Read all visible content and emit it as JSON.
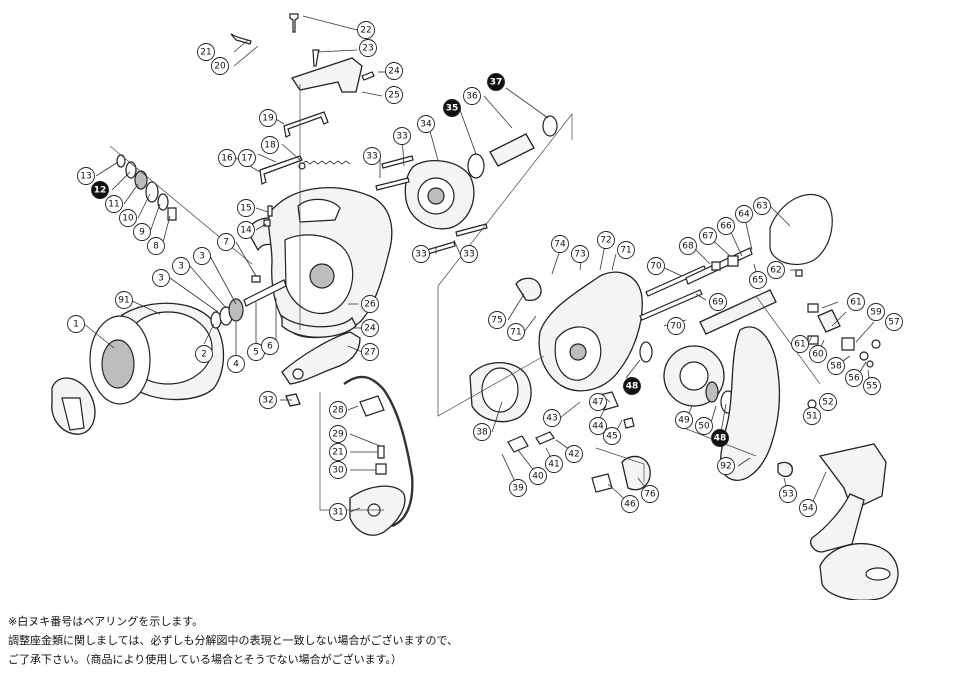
{
  "callouts": [
    {
      "label": "22",
      "filled": false
    },
    {
      "label": "23",
      "filled": false
    },
    {
      "label": "21",
      "filled": false
    },
    {
      "label": "20",
      "filled": false
    },
    {
      "label": "24",
      "filled": false
    },
    {
      "label": "25",
      "filled": false
    },
    {
      "label": "37",
      "filled": true
    },
    {
      "label": "36",
      "filled": false
    },
    {
      "label": "35",
      "filled": true
    },
    {
      "label": "34",
      "filled": false
    },
    {
      "label": "33",
      "filled": false
    },
    {
      "label": "33",
      "filled": false
    },
    {
      "label": "19",
      "filled": false
    },
    {
      "label": "18",
      "filled": false
    },
    {
      "label": "17",
      "filled": false
    },
    {
      "label": "16",
      "filled": false
    },
    {
      "label": "13",
      "filled": false
    },
    {
      "label": "12",
      "filled": true
    },
    {
      "label": "11",
      "filled": false
    },
    {
      "label": "10",
      "filled": false
    },
    {
      "label": "9",
      "filled": false
    },
    {
      "label": "8",
      "filled": false
    },
    {
      "label": "15",
      "filled": false
    },
    {
      "label": "14",
      "filled": false
    },
    {
      "label": "7",
      "filled": false
    },
    {
      "label": "33",
      "filled": false
    },
    {
      "label": "33",
      "filled": false
    },
    {
      "label": "3",
      "filled": false
    },
    {
      "label": "3",
      "filled": false
    },
    {
      "label": "3",
      "filled": false
    },
    {
      "label": "91",
      "filled": false
    },
    {
      "label": "1",
      "filled": false
    },
    {
      "label": "2",
      "filled": false
    },
    {
      "label": "4",
      "filled": false
    },
    {
      "label": "5",
      "filled": false
    },
    {
      "label": "6",
      "filled": false
    },
    {
      "label": "26",
      "filled": false
    },
    {
      "label": "24",
      "filled": false
    },
    {
      "label": "27",
      "filled": false
    },
    {
      "label": "32",
      "filled": false
    },
    {
      "label": "28",
      "filled": false
    },
    {
      "label": "29",
      "filled": false
    },
    {
      "label": "21",
      "filled": false
    },
    {
      "label": "30",
      "filled": false
    },
    {
      "label": "31",
      "filled": false
    },
    {
      "label": "74",
      "filled": false
    },
    {
      "label": "73",
      "filled": false
    },
    {
      "label": "72",
      "filled": false
    },
    {
      "label": "71",
      "filled": false
    },
    {
      "label": "75",
      "filled": false
    },
    {
      "label": "71",
      "filled": false
    },
    {
      "label": "70",
      "filled": false
    },
    {
      "label": "69",
      "filled": false
    },
    {
      "label": "70",
      "filled": false
    },
    {
      "label": "68",
      "filled": false
    },
    {
      "label": "67",
      "filled": false
    },
    {
      "label": "66",
      "filled": false
    },
    {
      "label": "64",
      "filled": false
    },
    {
      "label": "63",
      "filled": false
    },
    {
      "label": "65",
      "filled": false
    },
    {
      "label": "62",
      "filled": false
    },
    {
      "label": "61",
      "filled": false
    },
    {
      "label": "59",
      "filled": false
    },
    {
      "label": "57",
      "filled": false
    },
    {
      "label": "61",
      "filled": false
    },
    {
      "label": "60",
      "filled": false
    },
    {
      "label": "58",
      "filled": false
    },
    {
      "label": "56",
      "filled": false
    },
    {
      "label": "55",
      "filled": false
    },
    {
      "label": "48",
      "filled": true
    },
    {
      "label": "47",
      "filled": false
    },
    {
      "label": "43",
      "filled": false
    },
    {
      "label": "44",
      "filled": false
    },
    {
      "label": "45",
      "filled": false
    },
    {
      "label": "49",
      "filled": false
    },
    {
      "label": "50",
      "filled": false
    },
    {
      "label": "48",
      "filled": true
    },
    {
      "label": "51",
      "filled": false
    },
    {
      "label": "52",
      "filled": false
    },
    {
      "label": "38",
      "filled": false
    },
    {
      "label": "41",
      "filled": false
    },
    {
      "label": "42",
      "filled": false
    },
    {
      "label": "40",
      "filled": false
    },
    {
      "label": "39",
      "filled": false
    },
    {
      "label": "76",
      "filled": false
    },
    {
      "label": "46",
      "filled": false
    },
    {
      "label": "92",
      "filled": false
    },
    {
      "label": "53",
      "filled": false
    },
    {
      "label": "54",
      "filled": false
    }
  ],
  "notes": {
    "bearing_note": "※白ヌキ番号はベアリングを示します。",
    "washer_note_line1": "調整座金類に関しましては、必ずしも分解図中の表現と一致しない場合がございますので、",
    "washer_note_line2": "ご了承下さい。（商品により使用している場合とそうでない場合がございます。）"
  },
  "colors": {
    "line": "#222222",
    "bearing_badge_fill": "#111111",
    "badge_fill": "#ffffff"
  }
}
